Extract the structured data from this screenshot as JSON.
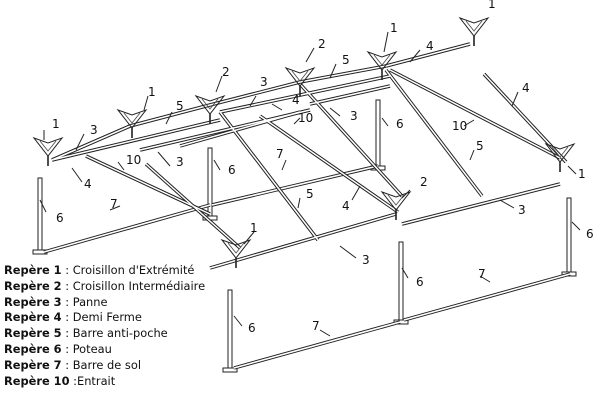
{
  "callouts": {
    "c1a": "1",
    "c1b": "1",
    "c1c": "1",
    "c1d": "1",
    "c1e": "1",
    "c1f": "1",
    "c2a": "2",
    "c2b": "2",
    "c2c": "2",
    "c3a": "3",
    "c3b": "3",
    "c3c": "3",
    "c3d": "3",
    "c3e": "3",
    "c3f": "3",
    "c4a": "4",
    "c4b": "4",
    "c4c": "4",
    "c4d": "4",
    "c4e": "4",
    "c5a": "5",
    "c5b": "5",
    "c5c": "5",
    "c5d": "5",
    "c6a": "6",
    "c6b": "6",
    "c6c": "6",
    "c6d": "6",
    "c6e": "6",
    "c6f": "6",
    "c7a": "7",
    "c7b": "7",
    "c7c": "7",
    "c7d": "7",
    "c10a": "10",
    "c10b": "10",
    "c10c": "10"
  },
  "legend": [
    {
      "key": "Repère 1",
      "sep": " : ",
      "text": "Croisillon d'Extrémité"
    },
    {
      "key": "Repère 2",
      "sep": " : ",
      "text": "Croisillon Intermédiaire"
    },
    {
      "key": "Repère 3",
      "sep": " : ",
      "text": "Panne"
    },
    {
      "key": "Repère 4",
      "sep": " : ",
      "text": "Demi Ferme"
    },
    {
      "key": "Repère 5",
      "sep": " : ",
      "text": "Barre anti-poche"
    },
    {
      "key": "Repère 6",
      "sep": " : ",
      "text": "Poteau"
    },
    {
      "key": "Repère 7",
      "sep": " : ",
      "text": "Barre de sol"
    },
    {
      "key": "Repère 10",
      "sep": " :",
      "text": "Entrait"
    }
  ]
}
